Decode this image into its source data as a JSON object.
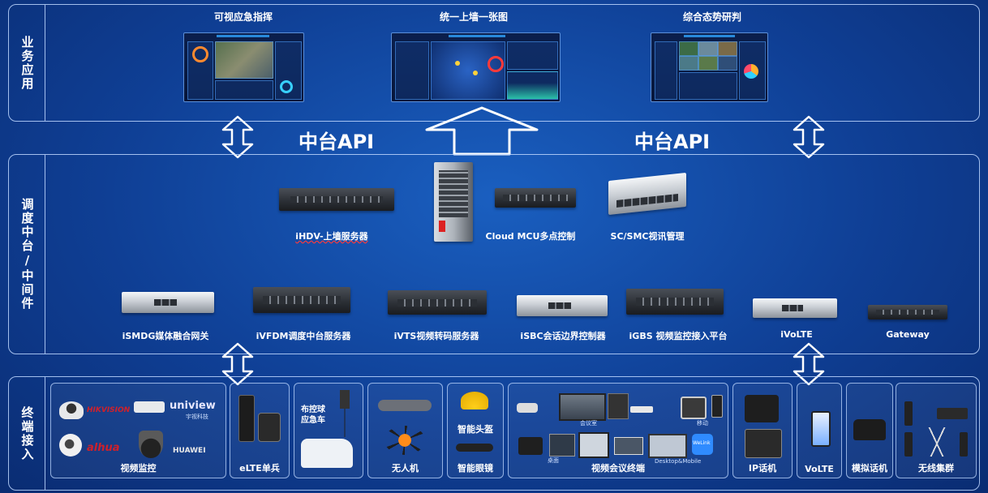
{
  "layers": {
    "business": "业务应用",
    "middle": "调度中台/中间件",
    "terminal": "终端接入"
  },
  "apps": [
    "可视应急指挥",
    "统一上墙一张图",
    "综合态势研判"
  ],
  "api": {
    "left": "中台API",
    "right": "中台API"
  },
  "servers_top": [
    "iHDV-上墙服务器",
    "Cloud MCU多点控制",
    "SC/SMC视讯管理"
  ],
  "servers_bottom": [
    "iSMDG媒体融合网关",
    "iVFDM调度中台服务器",
    "iVTS视频转码服务器",
    "iSBC会话边界控制器",
    "iGBS 视频监控接入平台",
    "iVoLTE",
    "Gateway"
  ],
  "brands": {
    "hikvision": "HIKVISION",
    "uniview": "uniview",
    "uniview_cn": "宇视科技",
    "dahua": "alhua",
    "huawei": "HUAWEI"
  },
  "vehicle_label": "布控球\n应急车",
  "sub_labels": {
    "meeting_room": "会议室",
    "mobile": "移动",
    "desktop": "桌面",
    "desktop_mobile": "Desktop&Mobile",
    "welink": "WeLink"
  },
  "terminals": [
    "视频监控",
    "eLTE单兵",
    "无人机",
    "智能头盔",
    "智能眼镜",
    "视频会议终端",
    "IP话机",
    "VoLTE",
    "模拟话机",
    "无线集群"
  ],
  "colors": {
    "background": "#0f3f95",
    "border": "#bed7ff",
    "text": "#ffffff"
  }
}
